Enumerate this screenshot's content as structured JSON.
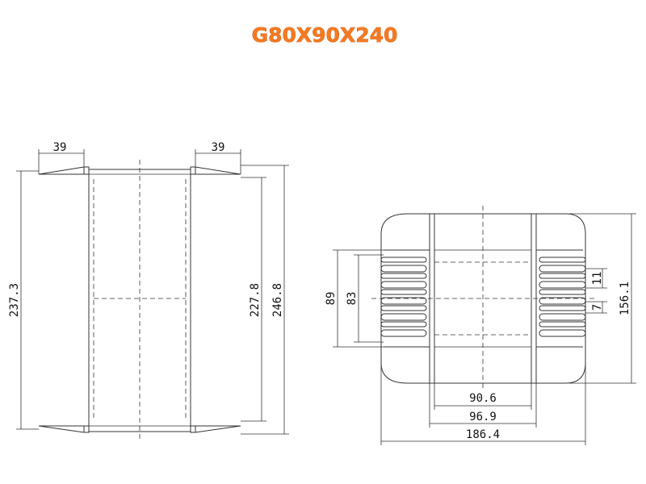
{
  "title": "G80X90X240",
  "front_view": {
    "dim_top_left": "39",
    "dim_top_right": "39",
    "dim_left_height": "237.3",
    "dim_inner_height": "227.8",
    "dim_outer_height": "246.8"
  },
  "side_view": {
    "dim_left_outer": "89",
    "dim_left_inner": "83",
    "dim_slot_pitch": "11",
    "dim_slot_width": "7",
    "dim_total_height": "156.1",
    "dim_inner_width": "90.6",
    "dim_mid_width": "96.9",
    "dim_total_width": "186.4"
  }
}
